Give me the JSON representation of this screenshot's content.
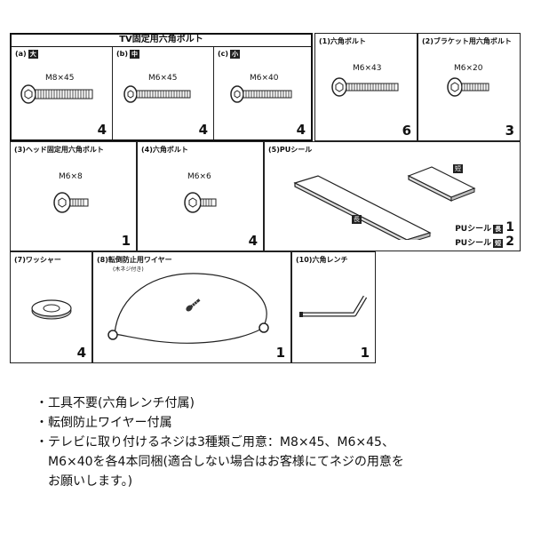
{
  "tv_bolts": {
    "title": "TV固定用六角ボルト",
    "large": {
      "label": "(a)",
      "tag": "大",
      "size": "M8×45",
      "qty": "4"
    },
    "medium": {
      "label": "(b)",
      "tag": "中",
      "size": "M6×45",
      "qty": "4"
    },
    "small": {
      "label": "(c)",
      "tag": "小",
      "size": "M6×40",
      "qty": "4"
    }
  },
  "parts": [
    {
      "label": "(1)六角ボルト",
      "size": "M6×43",
      "qty": "6"
    },
    {
      "label": "(2)ブラケット用六角ボルト",
      "size": "M6×20",
      "qty": "3"
    },
    {
      "label": "(3)ヘッド固定用六角ボルト",
      "size": "M6×8",
      "qty": "1"
    },
    {
      "label": "(4)六角ボルト",
      "size": "M6×6",
      "qty": "4"
    },
    {
      "label": "(5)PUシール",
      "qty_long_label": "PUシール",
      "qty_long_tag": "長",
      "qty_long": "1",
      "qty_short_label": "PUシール",
      "qty_short_tag": "短",
      "qty_short": "2",
      "tag_long": "長",
      "tag_short": "短"
    },
    {
      "label": "(7)ワッシャー",
      "qty": "4"
    },
    {
      "label": "(8)転倒防止用ワイヤー",
      "note": "(木ネジ付き)",
      "qty": "1"
    },
    {
      "label": "(10)六角レンチ",
      "qty": "1"
    }
  ],
  "notes": [
    "・工具不要(六角レンチ付属)",
    "・転倒防止ワイヤー付属",
    "・テレビに取り付けるネジは3種類ご用意：M8×45、M6×45、",
    "　M6×40を各4本同梱(適合しない場合はお客様にてネジの用意を",
    "　お願いします。)"
  ]
}
